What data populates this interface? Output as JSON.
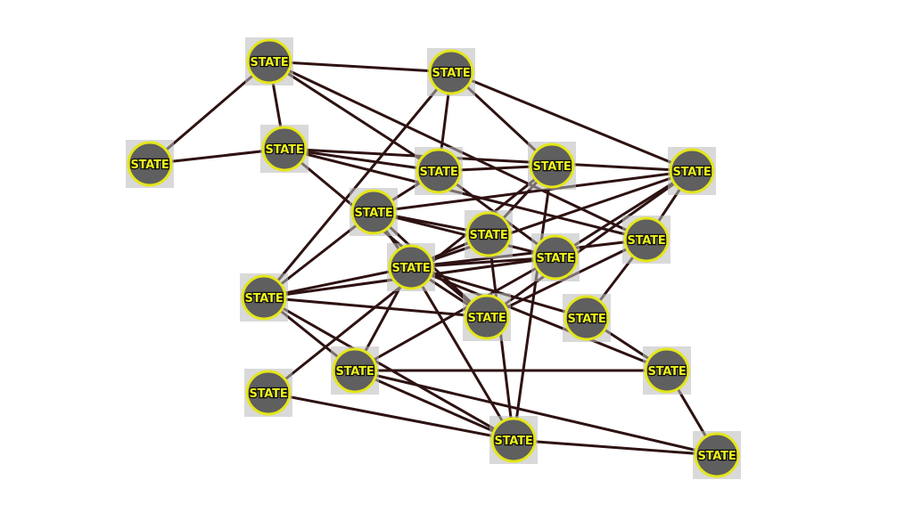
{
  "diagram": {
    "type": "state-graph",
    "node_label": "STATE",
    "colors": {
      "background": "#ffffff",
      "node_fill": "#5f5f5f",
      "node_border": "#e4e61a",
      "label_text": "#eef21c",
      "edge": "#2e1212"
    },
    "nodes": [
      {
        "id": "n1",
        "label": "STATE"
      },
      {
        "id": "n2",
        "label": "STATE"
      },
      {
        "id": "n3",
        "label": "STATE"
      },
      {
        "id": "n4",
        "label": "STATE"
      },
      {
        "id": "n5",
        "label": "STATE"
      },
      {
        "id": "n6",
        "label": "STATE"
      },
      {
        "id": "n7",
        "label": "STATE"
      },
      {
        "id": "n8",
        "label": "STATE"
      },
      {
        "id": "n9",
        "label": "STATE"
      },
      {
        "id": "n10",
        "label": "STATE"
      },
      {
        "id": "n11",
        "label": "STATE"
      },
      {
        "id": "n12",
        "label": "STATE"
      },
      {
        "id": "n13",
        "label": "STATE"
      },
      {
        "id": "n14",
        "label": "STATE"
      },
      {
        "id": "n15",
        "label": "STATE"
      },
      {
        "id": "n16",
        "label": "STATE"
      },
      {
        "id": "n17",
        "label": "STATE"
      },
      {
        "id": "n18",
        "label": "STATE"
      },
      {
        "id": "n19",
        "label": "STATE"
      },
      {
        "id": "n20",
        "label": "STATE"
      }
    ],
    "edges": [
      [
        "n1",
        "n2"
      ],
      [
        "n1",
        "n4"
      ],
      [
        "n1",
        "n3"
      ],
      [
        "n1",
        "n5"
      ],
      [
        "n1",
        "n11"
      ],
      [
        "n3",
        "n4"
      ],
      [
        "n4",
        "n5"
      ],
      [
        "n4",
        "n7"
      ],
      [
        "n4",
        "n11"
      ],
      [
        "n4",
        "n14"
      ],
      [
        "n2",
        "n5"
      ],
      [
        "n2",
        "n7"
      ],
      [
        "n2",
        "n6"
      ],
      [
        "n2",
        "n13"
      ],
      [
        "n5",
        "n6"
      ],
      [
        "n5",
        "n8"
      ],
      [
        "n5",
        "n12"
      ],
      [
        "n6",
        "n17"
      ],
      [
        "n6",
        "n9"
      ],
      [
        "n6",
        "n19"
      ],
      [
        "n7",
        "n8"
      ],
      [
        "n7",
        "n12"
      ],
      [
        "n7",
        "n11"
      ],
      [
        "n7",
        "n14"
      ],
      [
        "n7",
        "n10"
      ],
      [
        "n8",
        "n9"
      ],
      [
        "n8",
        "n10"
      ],
      [
        "n8",
        "n12"
      ],
      [
        "n8",
        "n13"
      ],
      [
        "n8",
        "n14"
      ],
      [
        "n9",
        "n10"
      ],
      [
        "n10",
        "n11"
      ],
      [
        "n10",
        "n12"
      ],
      [
        "n10",
        "n13"
      ],
      [
        "n10",
        "n14"
      ],
      [
        "n10",
        "n15"
      ],
      [
        "n10",
        "n16"
      ],
      [
        "n10",
        "n18"
      ],
      [
        "n10",
        "n19"
      ],
      [
        "n11",
        "n14"
      ],
      [
        "n11",
        "n15"
      ],
      [
        "n12",
        "n13"
      ],
      [
        "n12",
        "n16"
      ],
      [
        "n13",
        "n14"
      ],
      [
        "n13",
        "n16"
      ],
      [
        "n13",
        "n19"
      ],
      [
        "n15",
        "n18"
      ],
      [
        "n16",
        "n18"
      ],
      [
        "n16",
        "n19"
      ],
      [
        "n16",
        "n20"
      ],
      [
        "n18",
        "n20"
      ],
      [
        "n19",
        "n20"
      ],
      [
        "n17",
        "n19"
      ],
      [
        "n9",
        "n19"
      ]
    ]
  }
}
